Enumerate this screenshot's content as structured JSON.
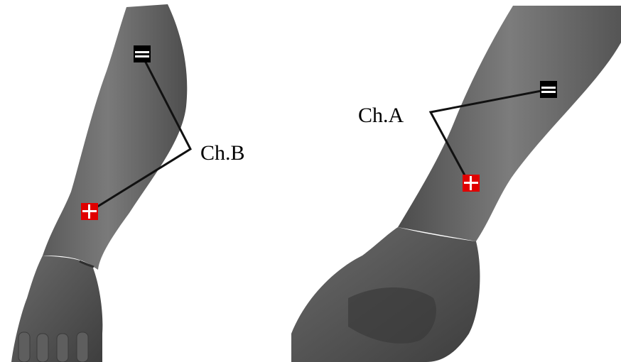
{
  "figure": {
    "left_panel": {
      "channel_label": "Ch.B"
    },
    "right_panel": {
      "channel_label": "Ch.A"
    }
  },
  "electrodes": {
    "negative": {
      "symbol": "minus",
      "color": "#000000"
    },
    "positive": {
      "symbol": "plus",
      "color": "#e00000"
    }
  },
  "colors": {
    "skin_dark": "#4a4a4a",
    "skin_mid": "#6e6e6e",
    "skin_light": "#8a8a8a",
    "lead_wire": "#111111",
    "background": "#ffffff"
  }
}
